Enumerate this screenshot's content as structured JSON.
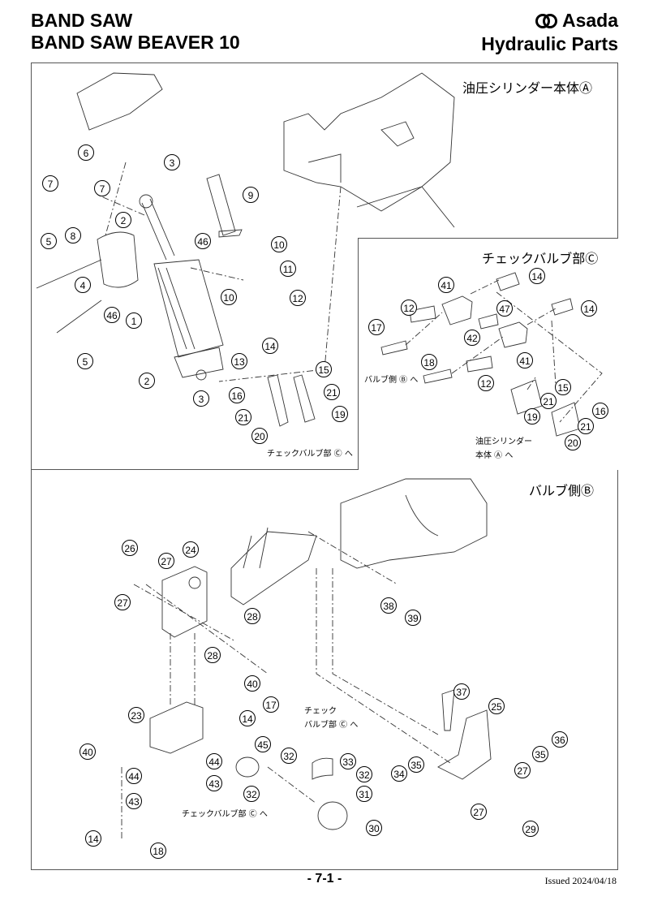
{
  "header": {
    "title_line1": "BAND SAW",
    "title_line2": "BAND SAW BEAVER 10",
    "brand": "Asada",
    "section": "Hydraulic  Parts"
  },
  "sections": {
    "cylinder": "油圧シリンダー本体Ⓐ",
    "check_valve": "チェックバルブ部Ⓒ",
    "valve_side": "バルブ側Ⓑ"
  },
  "notes": {
    "to_check_valve_a": "チェックバルブ部 Ⓒ へ",
    "to_valve_side": "バルブ側 Ⓑ へ",
    "to_cylinder_l1": "油圧シリンダー",
    "to_cylinder_l2": "本体 Ⓐ へ",
    "to_check_b1_l1": "チェック",
    "to_check_b1_l2": "バルブ部 Ⓒ へ",
    "to_check_b2": "チェックバルブ部 Ⓒ へ"
  },
  "callouts": {
    "a": [
      "6",
      "3",
      "7",
      "7",
      "8",
      "2",
      "9",
      "5",
      "46",
      "10",
      "4",
      "11",
      "46",
      "1",
      "10",
      "12",
      "5",
      "13",
      "14",
      "2",
      "3",
      "15",
      "16",
      "21",
      "21",
      "19",
      "20"
    ],
    "c": [
      "14",
      "41",
      "12",
      "47",
      "14",
      "17",
      "42",
      "41",
      "18",
      "12",
      "15",
      "21",
      "19",
      "16",
      "21",
      "20"
    ],
    "b": [
      "26",
      "27",
      "24",
      "27",
      "28",
      "28",
      "38",
      "39",
      "40",
      "17",
      "23",
      "14",
      "45",
      "32",
      "40",
      "44",
      "33",
      "32",
      "44",
      "31",
      "43",
      "32",
      "43",
      "30",
      "14",
      "18",
      "37",
      "25",
      "36",
      "35",
      "34",
      "35",
      "27",
      "27",
      "29"
    ]
  },
  "footer": {
    "page": "- 7-1 -",
    "issued": "Issued 2024/04/18"
  }
}
